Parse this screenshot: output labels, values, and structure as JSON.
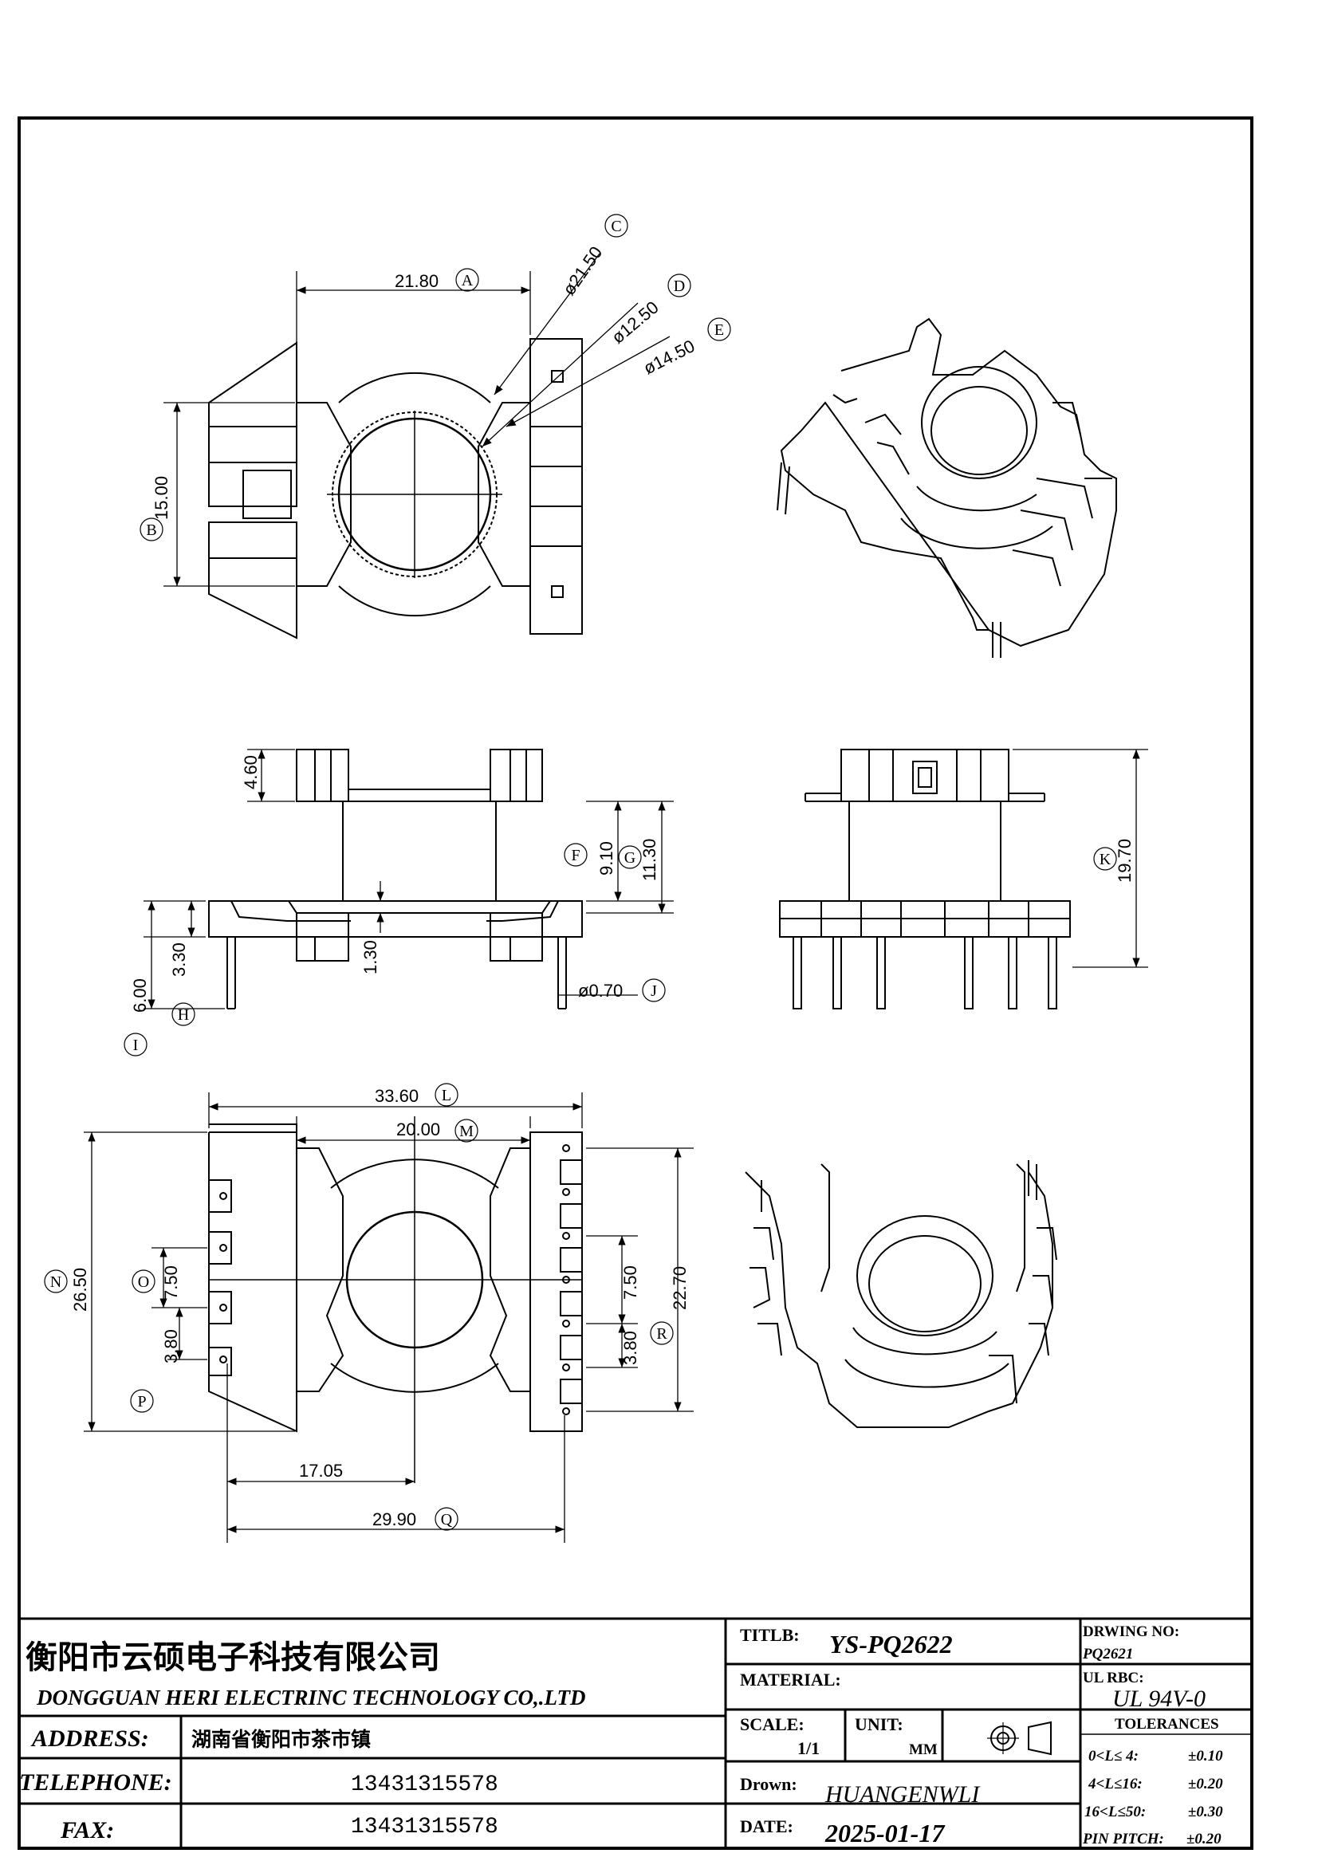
{
  "dimensions": {
    "a": {
      "value": "21.80",
      "tag": "A"
    },
    "c": {
      "value": "ø21.50",
      "tag": "C"
    },
    "d": {
      "value": "ø12.50",
      "tag": "D"
    },
    "e": {
      "value": "ø14.50",
      "tag": "E"
    },
    "b": {
      "value": "15.00",
      "tag": "B"
    },
    "h460": {
      "value": "4.60"
    },
    "f": {
      "value": "9.10",
      "tag": "F"
    },
    "g": {
      "value": "11.30",
      "tag": "G"
    },
    "h": {
      "value": "3.30",
      "tag": "H"
    },
    "i": {
      "value": "6.00",
      "tag": "I"
    },
    "h130": {
      "value": "1.30"
    },
    "j": {
      "value": "ø0.70",
      "tag": "J"
    },
    "k": {
      "value": "19.70",
      "tag": "K"
    },
    "l": {
      "value": "33.60",
      "tag": "L"
    },
    "m": {
      "value": "20.00",
      "tag": "M"
    },
    "n": {
      "value": "26.50",
      "tag": "N"
    },
    "o": {
      "value": "7.50",
      "tag": "O"
    },
    "p": {
      "value": "3.80",
      "tag": "P"
    },
    "r750": {
      "value": "7.50"
    },
    "r380": {
      "value": "3.80",
      "tag": "R"
    },
    "r2270": {
      "value": "22.70"
    },
    "d1705": {
      "value": "17.05"
    },
    "q": {
      "value": "29.90",
      "tag": "Q"
    }
  },
  "title_block": {
    "company_cn": "衡阳市云硕电子科技有限公司",
    "company_en": "DONGGUAN HERI ELECTRINC TECHNOLOGY CO,.LTD",
    "address_label": "ADDRESS:",
    "address_value": "湖南省衡阳市茶市镇",
    "telephone_label": "TELEPHONE:",
    "telephone_value": "13431315578",
    "fax_label": "FAX:",
    "fax_value": "13431315578",
    "title_label": "TITLB:",
    "title_value": "YS-PQ2622",
    "material_label": "MATERIAL:",
    "scale_label": "SCALE:",
    "scale_value": "1/1",
    "unit_label": "UNIT:",
    "unit_value": "MM",
    "drawn_label": "Drown:",
    "drawn_value": "HUANGENWLI",
    "date_label": "DATE:",
    "date_value": "2025-01-17",
    "drawing_no_label": "DRWING NO:",
    "drawing_no_value": "PQ2621",
    "ul_label": "UL RBC:",
    "ul_value": "UL 94V-0",
    "tolerances_label": "TOLERANCES",
    "tol1_range": "0<L≤ 4:",
    "tol1_value": "±0.10",
    "tol2_range": "4<L≤16:",
    "tol2_value": "±0.20",
    "tol3_range": "16<L≤50:",
    "tol3_value": "±0.30",
    "pin_pitch_label": "PIN PITCH:",
    "pin_pitch_value": "±0.20"
  }
}
